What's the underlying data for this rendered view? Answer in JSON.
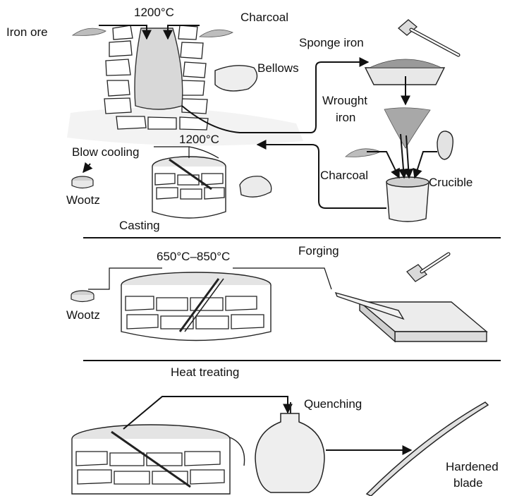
{
  "smelting": {
    "temp_top": "1200°C",
    "iron_ore": "Iron ore",
    "charcoal_top": "Charcoal",
    "sponge_iron": "Sponge iron",
    "bellows": "Bellows",
    "wrought_line1": "Wrought",
    "wrought_line2": "iron",
    "temp_mid": "1200°C",
    "blow_cooling": "Blow cooling",
    "wootz": "Wootz",
    "charcoal_mid": "Charcoal",
    "crucible": "Crucible",
    "casting": "Casting"
  },
  "forging": {
    "title": "Forging",
    "temp": "650°C–850°C",
    "wootz": "Wootz"
  },
  "heat_treating": {
    "title": "Heat treating",
    "quenching": "Quenching",
    "hardened_line1": "Hardened",
    "hardened_line2": "blade"
  }
}
